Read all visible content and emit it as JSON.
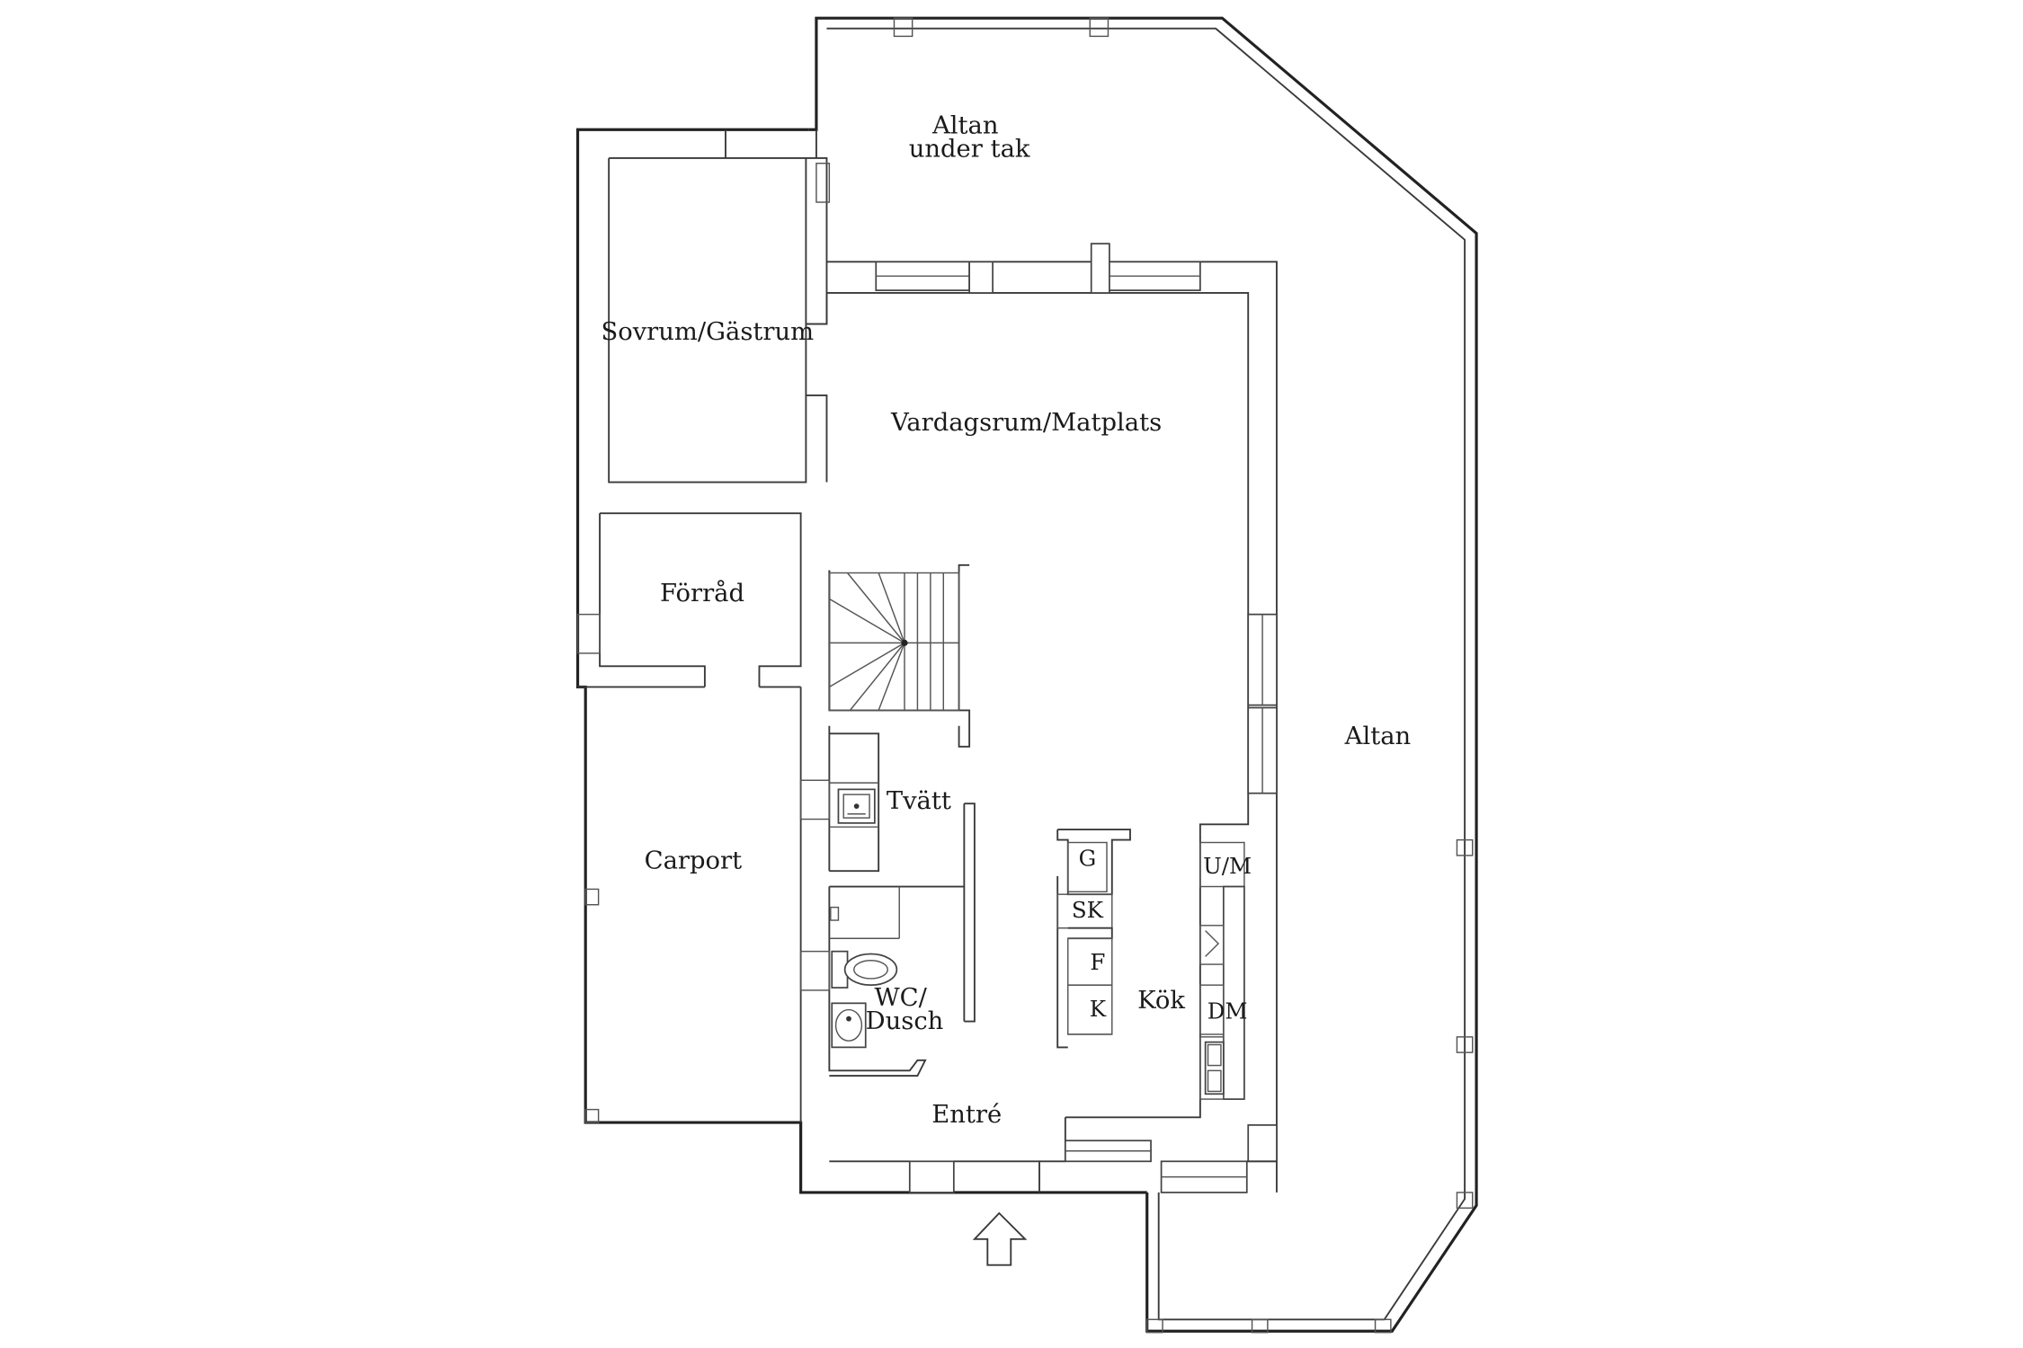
{
  "rooms": {
    "altan_tak_1": "Altan",
    "altan_tak_2": "under tak",
    "sovrum": "Sovrum/Gästrum",
    "vardagsrum": "Vardagsrum/Matplats",
    "forrad": "Förråd",
    "altan": "Altan",
    "carport": "Carport",
    "tvatt": "Tvätt",
    "wc_1": "WC/",
    "wc_2": "Dusch",
    "kok": "Kök",
    "entre": "Entré"
  },
  "appliances": {
    "g": "G",
    "sk": "SK",
    "f": "F",
    "k": "K",
    "um": "U/M",
    "dm": "DM"
  },
  "icons": [
    "entrance-arrow-icon",
    "stair-icon",
    "toilet-icon",
    "washbasin-icon",
    "sink-icon",
    "shower-icon"
  ],
  "colors": {
    "line": "#3a3a3a",
    "background": "#ffffff",
    "text": "#1a1a1a"
  }
}
